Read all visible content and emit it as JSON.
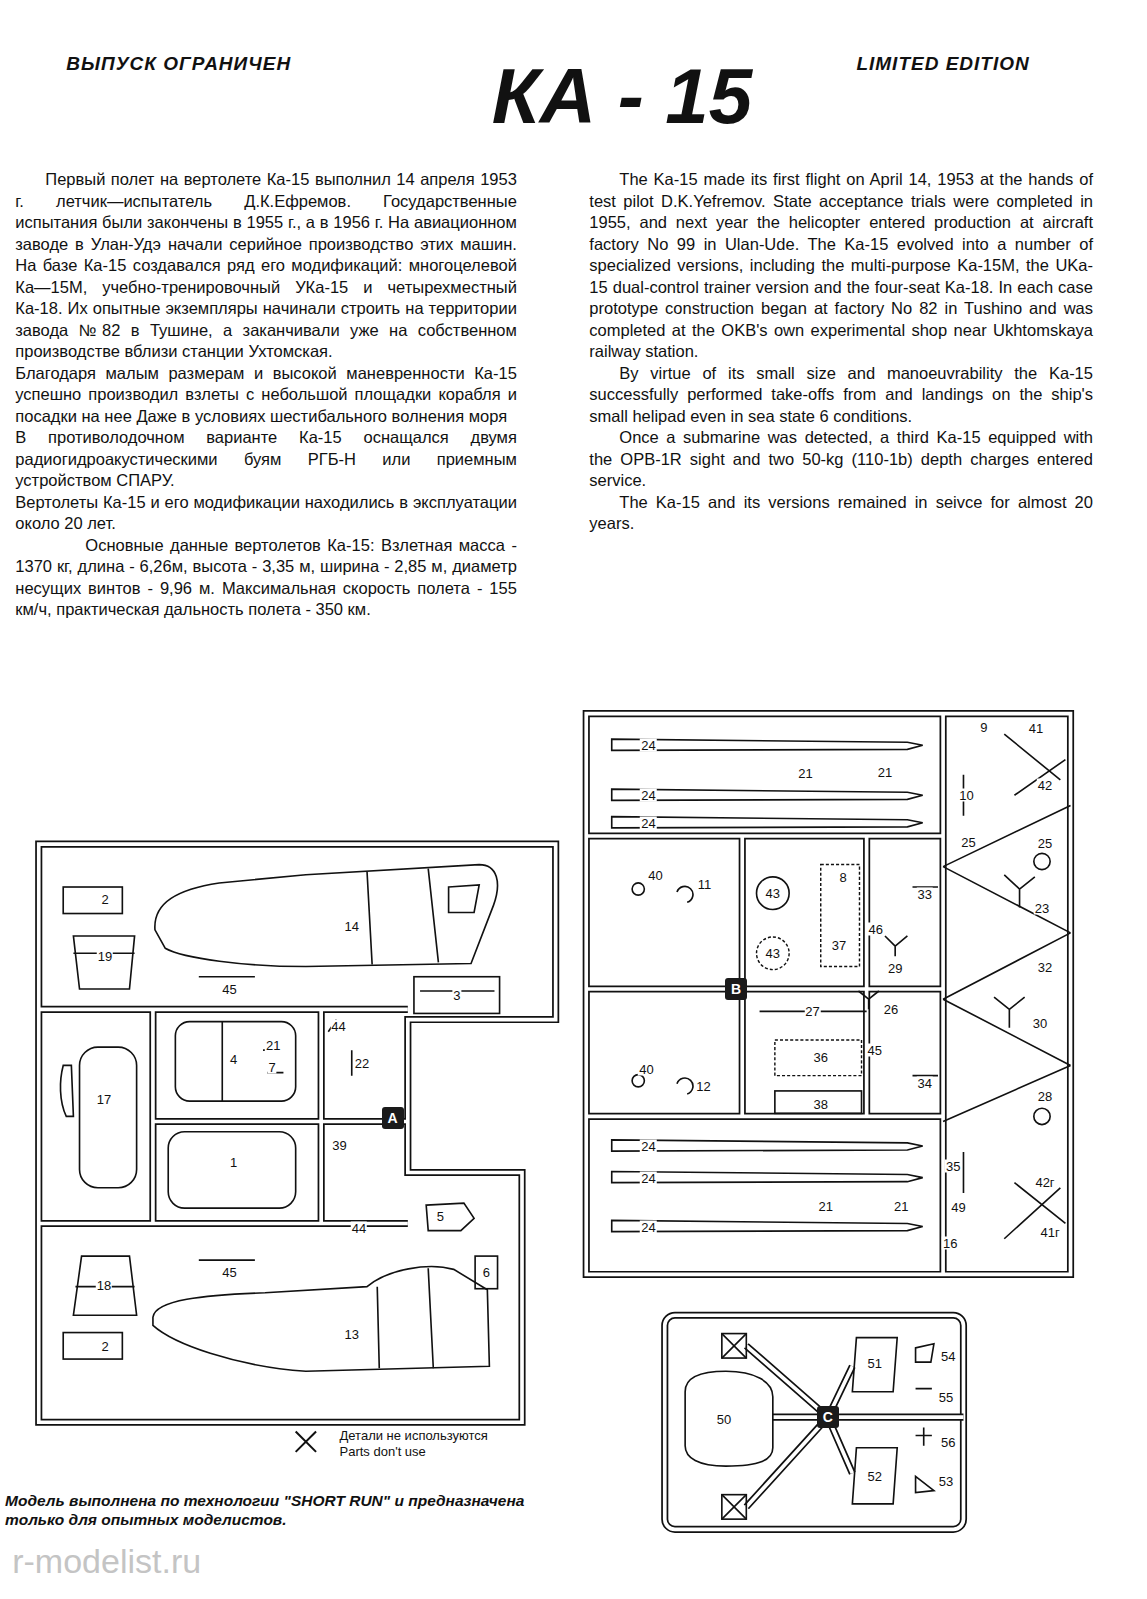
{
  "diagram": {
    "title": "КА - 15",
    "caption": "Модель выполнена по технологии \"SHORT RUN\" и предназначена только для опытных моделистов.",
    "nodes": [
      {
        "text": [
          "A"
        ]
      },
      {
        "text": [
          "B"
        ]
      },
      {
        "text": [
          "C"
        ]
      }
    ],
    "labels": [
      "ВЫПУСК ОГРАНИЧЕН",
      "LIMITED EDITION",
      "Первый полет на вертолете Ка-15 выполнил 14 апреля 1953 г. летчик—испытатель Д.К.Ефремов. Государственные испытания были закончены в 1955 г., а в 1956 г. На авиационном заводе в Улан-Удэ начали серийное производство этих машин. На базе Ка-15 создавался ряд его модификаций: многоцелевой Ка—15М, учебно-тренировочный УКа-15 и четырехместный Ка-18. Их опытные экземпляры начинали строить на территории завода №82 в Тушине, а заканчивали уже на собственном производстве вблизи станции Ухтомская.",
      "Благодаря малым размерам и высокой маневренности Ка-15 успешно производил взлеты с небольшой площадки корабля и посадки на нее Даже в условиях шестибального волнения моря",
      "В противолодочном варианте Ка-15 оснащался двумя радиогидроакустическими буям РГБ-Н или приемным устройством СПАРУ.",
      "Вертолеты Ка-15 и его модификации находились в эксплуатации около 20 лет.",
      "Основные данные вертолетов Ка-15: Взлетная масса - 1370 кг, длина - 6,26м, высота - 3,35 м, ширина - 2,85 м, диаметр несущих винтов - 9,96 м. Максимальная скорость полета - 155 км/ч, практическая дальность полета - 350 км.",
      "The Ka-15 made its first flight on April 14, 1953 at the hands of test pilot D.K.Yefremov. State acceptance trials were completed in 1955, and next year the helicopter entered production at aircraft factory No 99 in Ulan-Ude. The Ka-15 evolved into a number of specialized versions, including the multi-purpose Ka-15M, the UKa-15 dual-control trainer version and the four-seat Ka-18. In each case prototype construction began at factory No 82 in Tushino and was completed at the OKB's own experimental shop near Ukhtomskaya railway station.",
      "By virtue of its small size and manoeuvrability the Ka-15 successfully performed take-offs from and landings on the ship's small helipad even in sea state 6 conditions.",
      "Once a submarine was detected, a third Ka-15 equipped with the OPB-1R sight and two 50-kg (110-1b) depth charges entered service.",
      "The Ka-15 and its versions remained in seivce for almost 20 years.",
      "2",
      "14",
      "19",
      "45",
      "3",
      "4",
      "21",
      "7",
      "44",
      "22",
      "17",
      "1",
      "39",
      "5",
      "18",
      "44",
      "45",
      "6",
      "13",
      "2",
      "24",
      "21",
      "21",
      "9",
      "41",
      "42",
      "24",
      "10",
      "24",
      "25",
      "25",
      "40",
      "11",
      "43",
      "8",
      "33",
      "46",
      "37",
      "23",
      "29",
      "43",
      "32",
      "27",
      "26",
      "30",
      "40",
      "12",
      "45",
      "36",
      "34",
      "38",
      "28",
      "24",
      "35",
      "24",
      "21",
      "21",
      "42г",
      "49",
      "24",
      "41г",
      "16",
      "51",
      "54",
      "50",
      "55",
      "56",
      "52",
      "53",
      "r-modelist.ru"
    ],
    "legend": [
      {
        "text": "Детали не используются"
      },
      {
        "text": "Parts don't use"
      }
    ]
  }
}
